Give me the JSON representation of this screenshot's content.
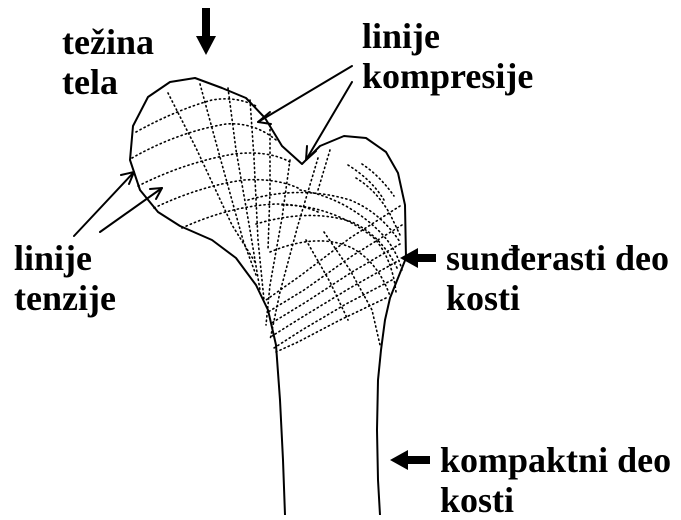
{
  "labels": {
    "body_weight": [
      "težina",
      "tela"
    ],
    "compression_lines": [
      "linije",
      "kompresije"
    ],
    "tension_lines": [
      "linije",
      "tenzije"
    ],
    "spongy_bone": [
      "sunđerasti deo",
      "kosti"
    ],
    "compact_bone": [
      "kompaktni deo",
      "kosti"
    ]
  },
  "colors": {
    "ink": "#000000",
    "background": "#ffffff"
  }
}
